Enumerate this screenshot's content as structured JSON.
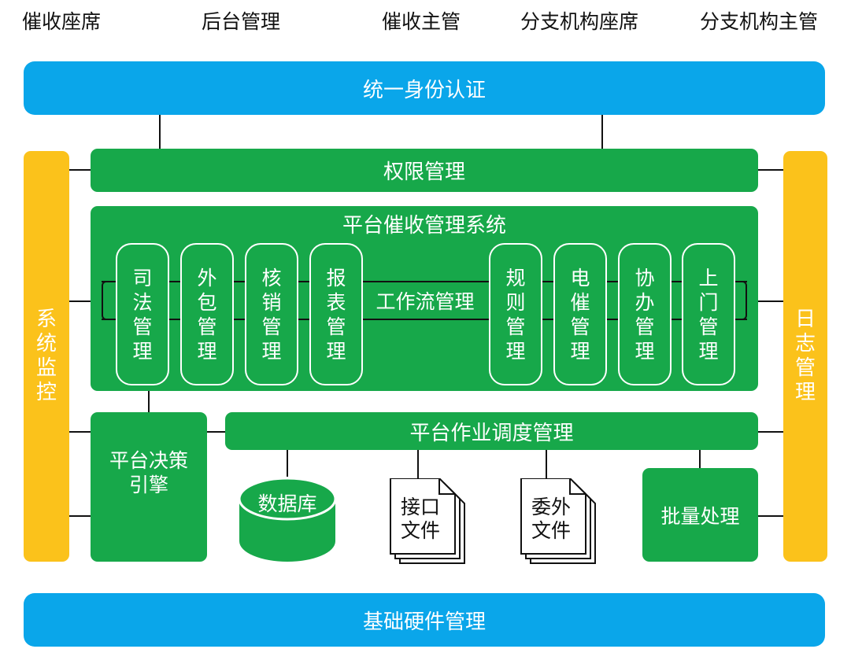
{
  "roles": [
    "催收座席",
    "后台管理",
    "催收主管",
    "分支机构座席",
    "分支机构主管"
  ],
  "auth": "统一身份认证",
  "monitor": "系统监控",
  "log": "日志管理",
  "permission": "权限管理",
  "platform": {
    "title": "平台催收管理系统",
    "left_modules": [
      "司法管理",
      "外包管理",
      "核销管理",
      "报表管理"
    ],
    "workflow": "工作流管理",
    "right_modules": [
      "规则管理",
      "电催管理",
      "协办管理",
      "上门管理"
    ]
  },
  "decision_engine": "平台决策引擎",
  "scheduler": "平台作业调度管理",
  "database": "数据库",
  "interface_file": "接口文件",
  "outsource_file": "委外文件",
  "batch": "批量处理",
  "hardware": "基础硬件管理",
  "colors": {
    "blue": "#0aa6ea",
    "green": "#17a84a",
    "yellow": "#fbc21b"
  }
}
